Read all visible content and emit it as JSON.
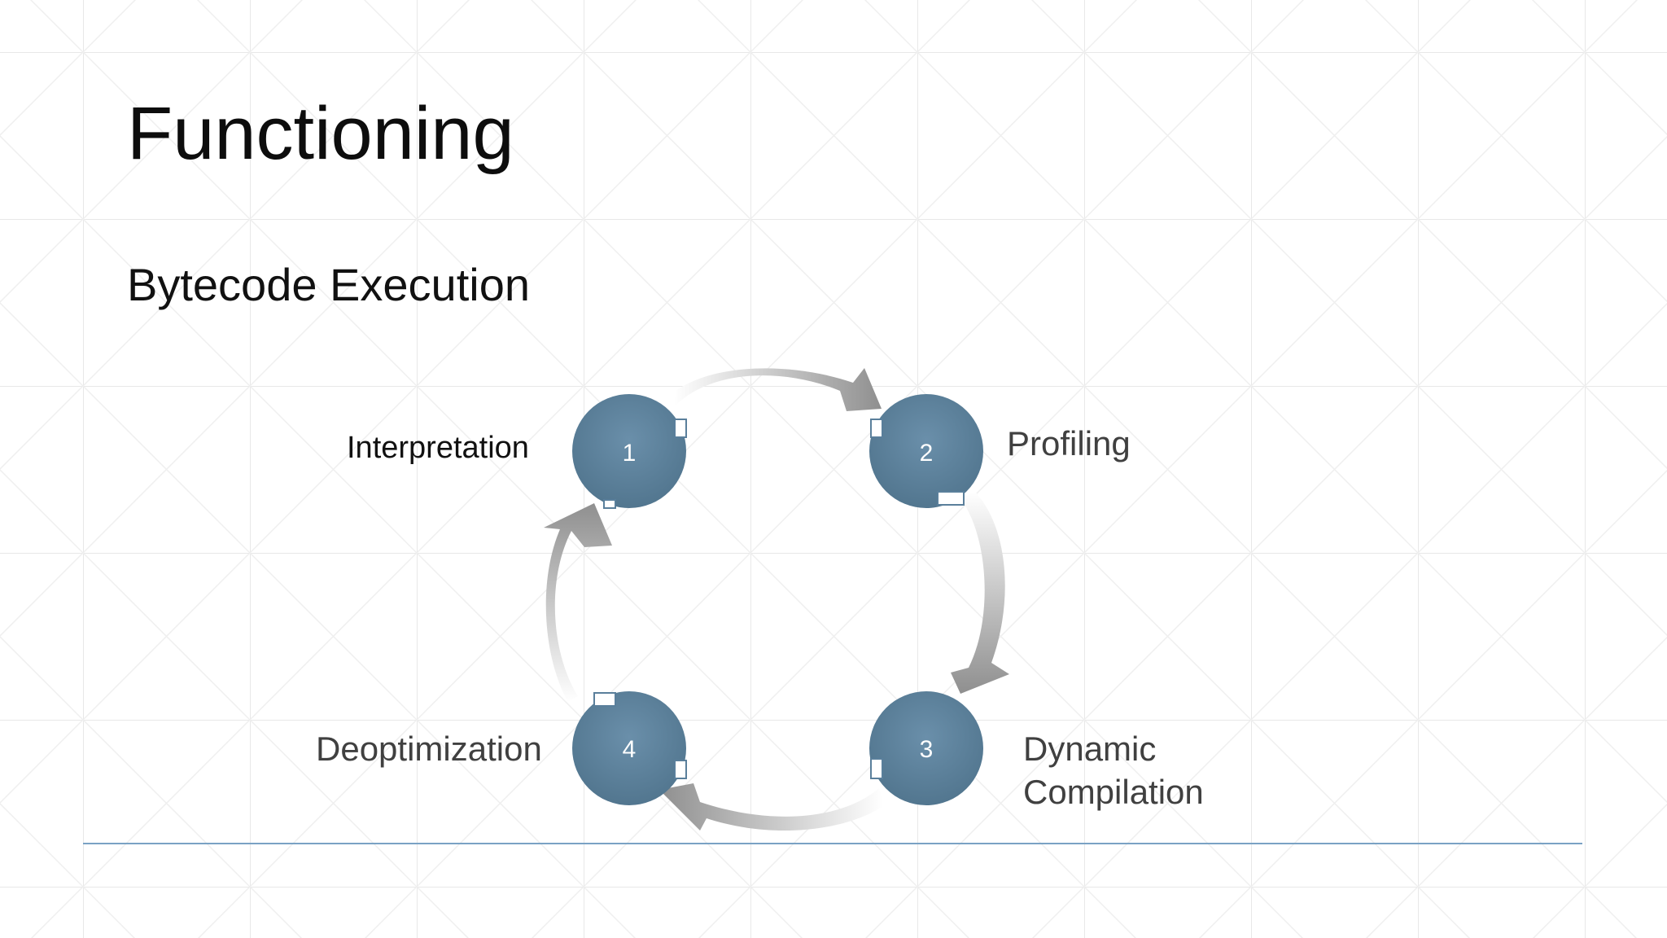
{
  "slide": {
    "title": "Functioning",
    "subtitle": "Bytecode Execution"
  },
  "diagram": {
    "steps": [
      {
        "number": "1",
        "label": "Interpretation"
      },
      {
        "number": "2",
        "label": "Profiling"
      },
      {
        "number": "3",
        "label": "Dynamic Compilation",
        "label_lines": [
          "Dynamic",
          "Compilation"
        ]
      },
      {
        "number": "4",
        "label": "Deoptimization"
      }
    ]
  },
  "colors": {
    "node_fill": "#5a7f9b",
    "arrow_dark": "#8c8c8c",
    "arrow_light": "#ffffff",
    "rule": "#7aa2c4",
    "grid": "#e6e6e6"
  }
}
